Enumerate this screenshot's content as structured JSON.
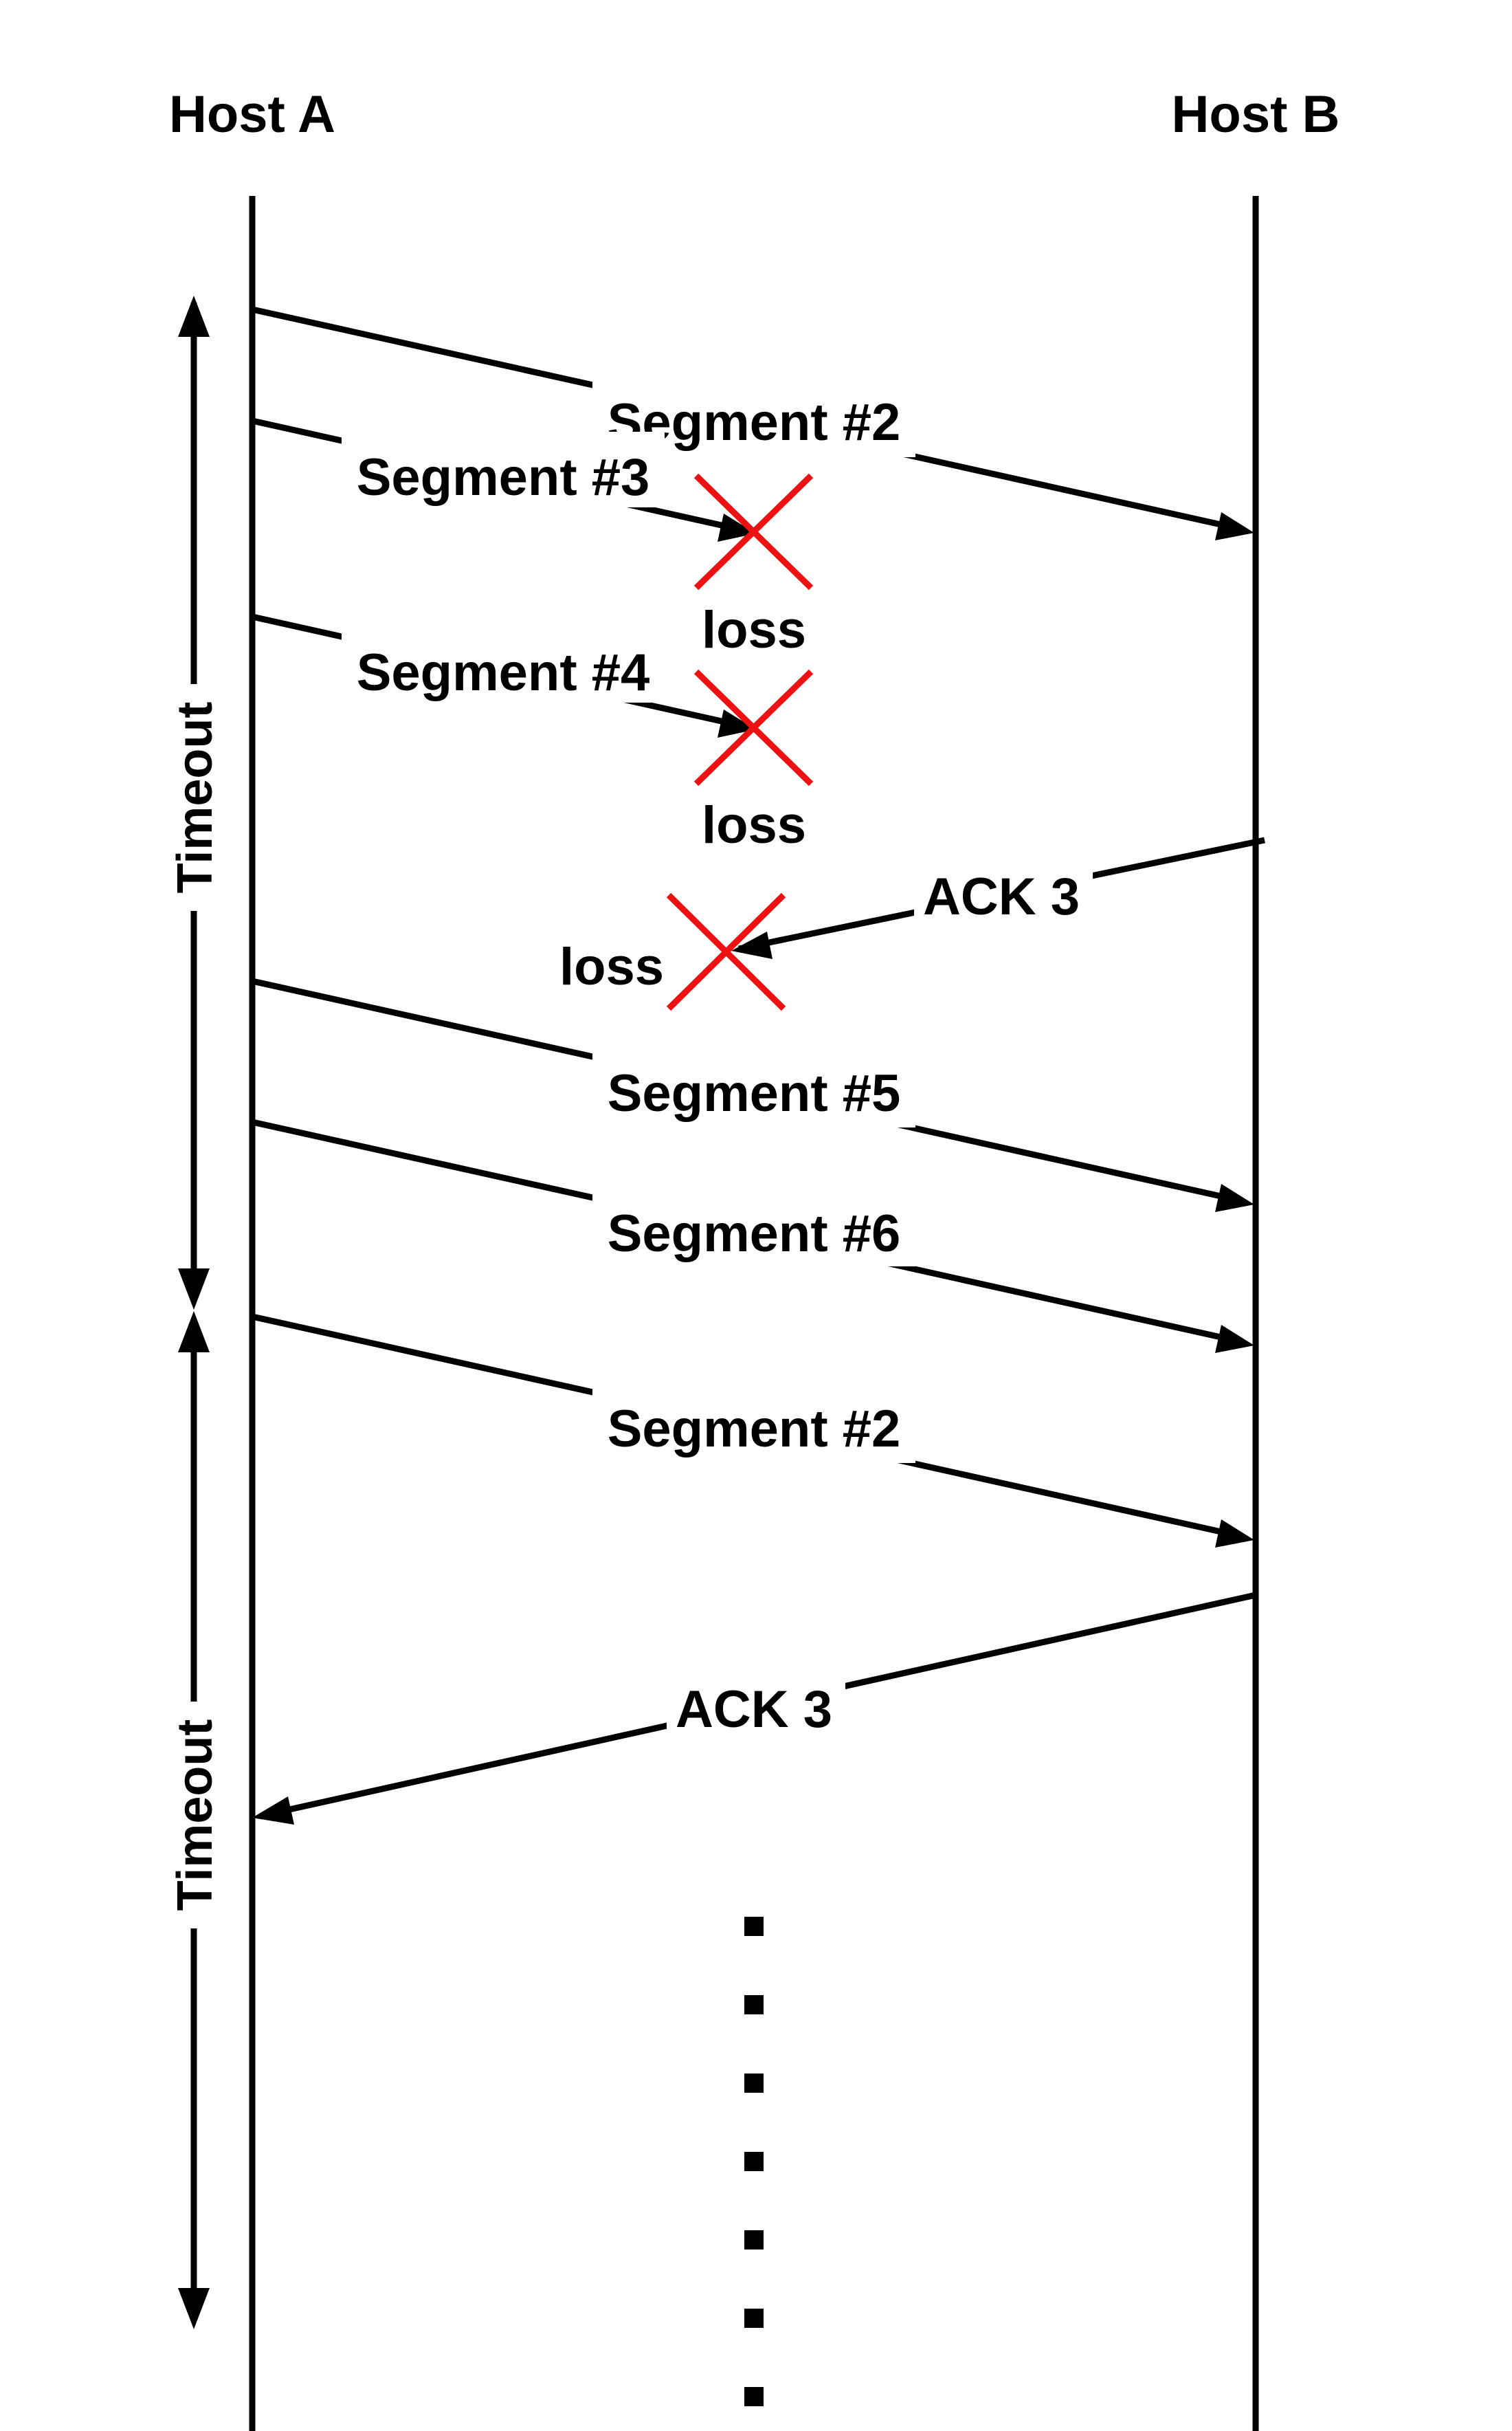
{
  "hosts": {
    "a": "Host A",
    "b": "Host B"
  },
  "messages": [
    {
      "id": "seg2",
      "label": "Segment #2",
      "from": "A",
      "to": "B",
      "status": "delivered"
    },
    {
      "id": "seg3",
      "label": "Segment #3",
      "from": "A",
      "to": "B",
      "status": "lost"
    },
    {
      "id": "seg4",
      "label": "Segment #4",
      "from": "A",
      "to": "B",
      "status": "lost"
    },
    {
      "id": "ack3a",
      "label": "ACK 3",
      "from": "B",
      "to": "A",
      "status": "lost"
    },
    {
      "id": "seg5",
      "label": "Segment #5",
      "from": "A",
      "to": "B",
      "status": "delivered"
    },
    {
      "id": "seg6",
      "label": "Segment #6",
      "from": "A",
      "to": "B",
      "status": "delivered"
    },
    {
      "id": "seg2b",
      "label": "Segment #2",
      "from": "A",
      "to": "B",
      "status": "delivered"
    },
    {
      "id": "ack3b",
      "label": "ACK 3",
      "from": "B",
      "to": "A",
      "status": "delivered"
    }
  ],
  "loss_label": "loss",
  "timeout_label": "Timeout",
  "colors": {
    "line": "#000000",
    "loss_mark": "#ee1111",
    "background": "#ffffff"
  }
}
